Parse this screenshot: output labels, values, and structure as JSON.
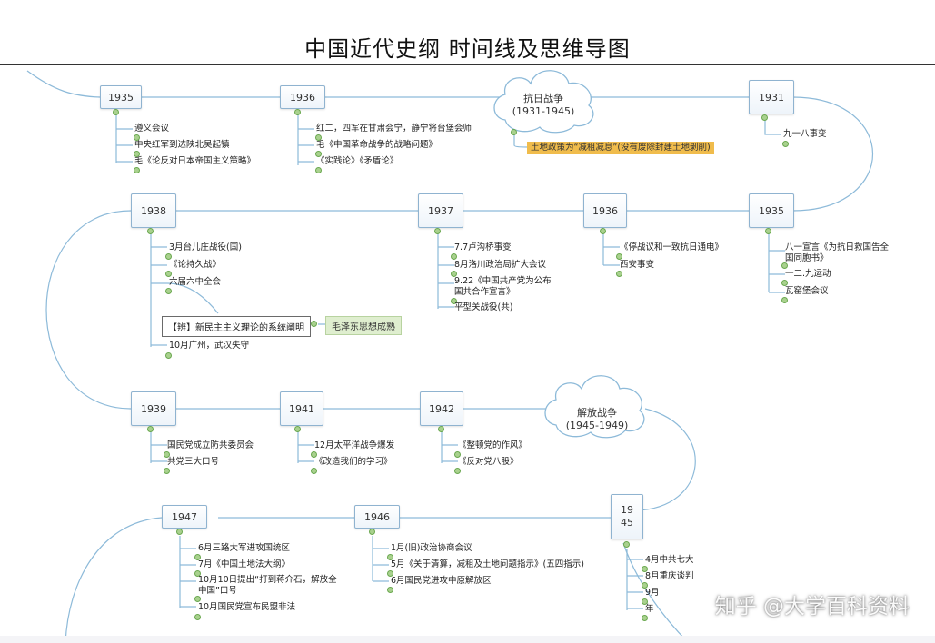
{
  "title": "中国近代史纲 时间线及思维导图",
  "nodes": {
    "n1935a": "1935",
    "n1936a": "1936",
    "n1931": "1931",
    "n1938": "1938",
    "n1937": "1937",
    "n1936b": "1936",
    "n1935b": "1935",
    "n1939": "1939",
    "n1941": "1941",
    "n1942": "1942",
    "n1947": "1947",
    "n1946": "1946",
    "n1945": "19\n45"
  },
  "clouds": {
    "kangri_title": "抗日战争",
    "kangri_years": "(1931-1945)",
    "jiefang_title": "解放战争",
    "jiefang_years": "(1945-1949)"
  },
  "items": {
    "a1935_1": "遵义会议",
    "a1935_2": "中央红军到达陕北吴起镇",
    "a1935_3": "毛《论反对日本帝国主义策略》",
    "a1936_1": "红二，四军在甘肃会宁，静宁将台堡会师",
    "a1936_2": "毛《中国革命战争的战略问题》",
    "a1936_3": "《实践论》《矛盾论》",
    "a1931_1": "九一八事变",
    "kangri_note": "土地政策为“减租减息”(没有废除封建土地剥削)",
    "b1938_1": "3月台儿庄战役(国)",
    "b1938_2": "《论持久战》",
    "b1938_3": "六届六中全会",
    "b1938_note": "【辨】新民主主义理论的系统阐明",
    "b1938_tag": "毛泽东思想成熟",
    "b1938_4": "10月广州，武汉失守",
    "b1937_1": "7.7卢沟桥事变",
    "b1937_2": "8月洛川政治局扩大会议",
    "b1937_3": "9.22《中国共产党为公布国共合作宣言》",
    "b1937_4": "平型关战役(共)",
    "b1936_1": "《停战议和一致抗日通电》",
    "b1936_2": "西安事变",
    "b1935_1": "八一宣言《为抗日救国告全国同胞书》",
    "b1935_2": "一二.九运动",
    "b1935_3": "瓦窑堡会议",
    "c1939_1": "国民党成立防共委员会",
    "c1939_2": "共党三大口号",
    "c1941_1": "12月太平洋战争爆发",
    "c1941_2": "《改造我们的学习》",
    "c1942_1": "《整顿党的作风》",
    "c1942_2": "《反对党八股》",
    "d1947_1": "6月三路大军进攻国统区",
    "d1947_2": "7月《中国土地法大纲》",
    "d1947_3": "10月10日提出“打到蒋介石，解放全中国”口号",
    "d1947_4": "10月国民党宣布民盟非法",
    "d1946_1": "1月(旧)政治协商会议",
    "d1946_2": "5月《关于清算，减租及土地问题指示》(五四指示)",
    "d1946_3": "6月国民党进攻中原解放区",
    "d1945_1": "4月中共七大",
    "d1945_2": "8月重庆谈判",
    "d1945_3": "9月",
    "d1945_4": "年"
  },
  "watermark": "知乎 @大学百科资料",
  "colors": {
    "link": "#8dbad9",
    "node_border": "#8fb3d0",
    "highlight": "#f0bc4c",
    "green_tag": "#dfeecf",
    "plus": "#a9d18e"
  }
}
